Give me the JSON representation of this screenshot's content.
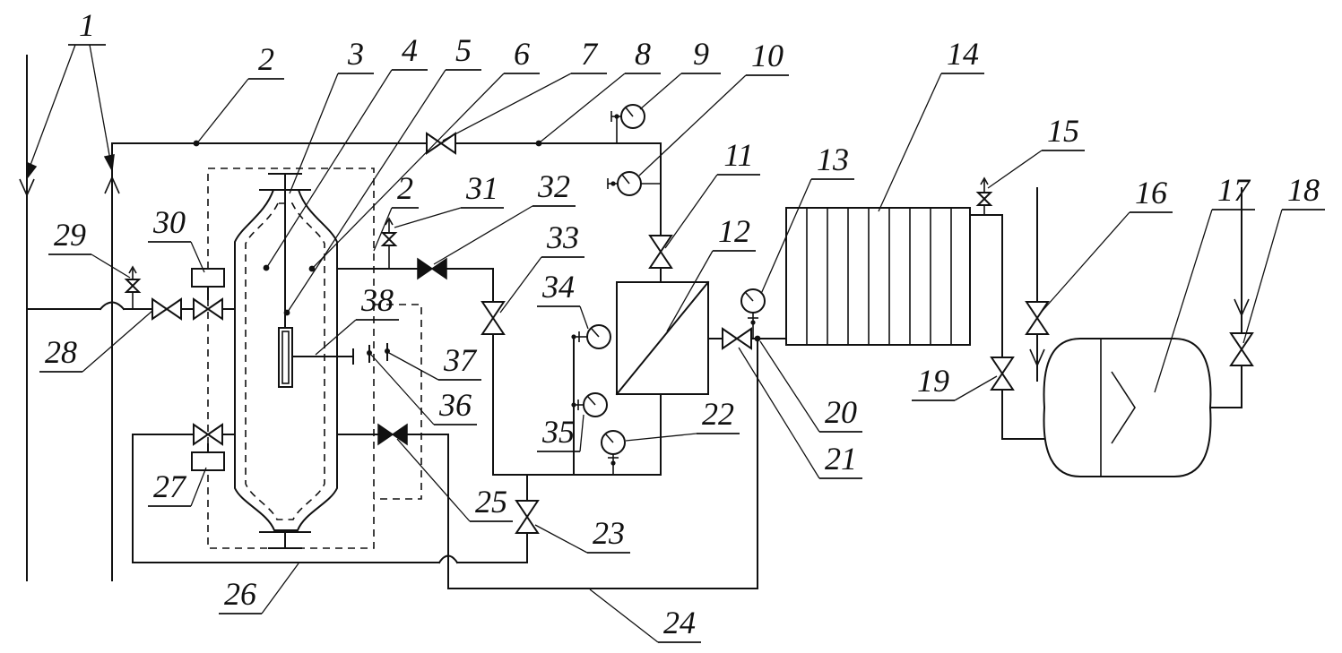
{
  "figure": {
    "kind": "process-piping-schematic",
    "background": "#ffffff",
    "line_color": "#111111"
  },
  "labels": {
    "l1": "1",
    "l2": "2",
    "l2b": "2",
    "l3": "3",
    "l4": "4",
    "l5": "5",
    "l6": "6",
    "l7": "7",
    "l8": "8",
    "l9": "9",
    "l10": "10",
    "l11": "11",
    "l12": "12",
    "l13": "13",
    "l14": "14",
    "l15": "15",
    "l16": "16",
    "l17": "17",
    "l18": "18",
    "l19": "19",
    "l20": "20",
    "l21": "21",
    "l22": "22",
    "l23": "23",
    "l24": "24",
    "l25": "25",
    "l26": "26",
    "l27": "27",
    "l28": "28",
    "l29": "29",
    "l30": "30",
    "l31": "31",
    "l32": "32",
    "l33": "33",
    "l34": "34",
    "l35": "35",
    "l36": "36",
    "l37": "37",
    "l38": "38"
  }
}
